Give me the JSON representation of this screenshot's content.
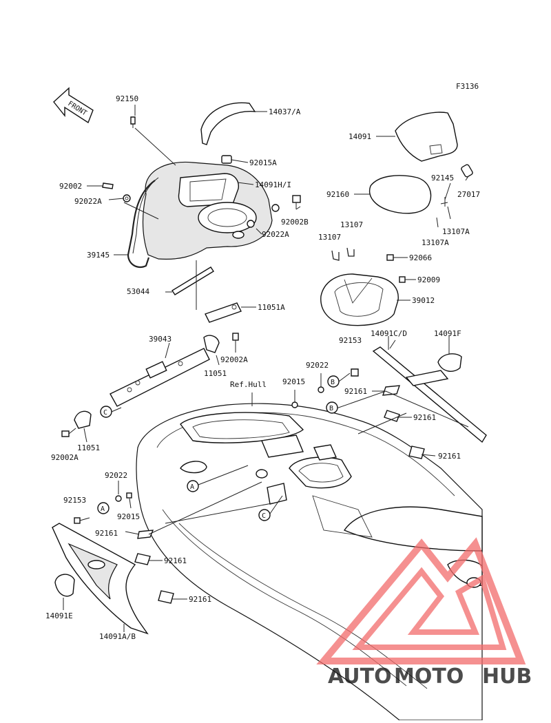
{
  "figure_code": "F3136",
  "front_label": "FRONT",
  "ref_hull_label": "Ref.Hull",
  "part_labels": {
    "p92150": "92150",
    "p14037A": "14037/A",
    "p92015A": "92015A",
    "p14091HI": "14091H/I",
    "p92002": "92002",
    "p92022A_left": "92022A",
    "p92002B": "92002B",
    "p92022A_right": "92022A",
    "p39145": "39145",
    "p53044": "53044",
    "p11051A": "11051A",
    "p39043": "39043",
    "p92002A_top": "92002A",
    "p11051_top": "11051",
    "p11051_bottom": "11051",
    "p92002A_bottom": "92002A",
    "p14091": "14091",
    "p92160": "92160",
    "p92145": "92145",
    "p27017": "27017",
    "p13107A_1": "13107A",
    "p13107A_2": "13107A",
    "p13107_a": "13107",
    "p13107_b": "13107",
    "p92066": "92066",
    "p92009": "92009",
    "p39012": "39012",
    "p92153_top": "92153",
    "p14091CD": "14091C/D",
    "p14091F": "14091F",
    "p92022_mid": "92022",
    "p92015_mid": "92015",
    "p92161_a": "92161",
    "p92161_b": "92161",
    "p92161_c": "92161",
    "p92022_low": "92022",
    "p92153_low": "92153",
    "p92015_low": "92015",
    "p92161_d": "92161",
    "p92161_e": "92161",
    "p92161_f": "92161",
    "p14091E": "14091E",
    "p14091AB": "14091A/B"
  },
  "callouts": {
    "a": "A",
    "b": "B",
    "c": "C"
  },
  "watermark": {
    "part1": "AUTO",
    "part2": "MOTO",
    "part3": "HUB",
    "color1": "#f2b68a",
    "color2": "#f07a80",
    "color3": "#b8b8b8",
    "logo_color": "#f26b6b"
  }
}
